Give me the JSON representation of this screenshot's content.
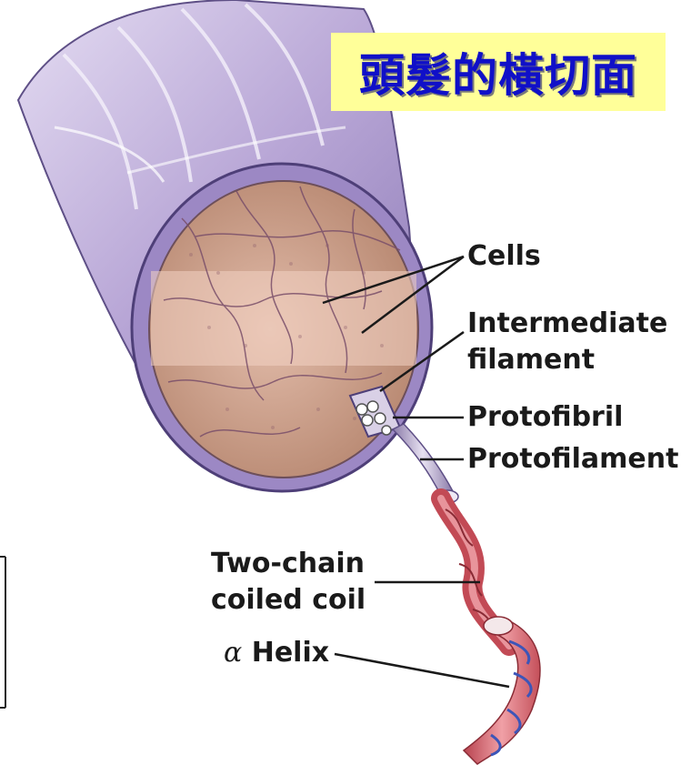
{
  "title": "頭髮的橫切面",
  "labels": {
    "cells": "Cells",
    "intermediate_1": "Intermediate",
    "intermediate_2": "filament",
    "protofibril": "Protofibril",
    "protofilament": "Protofilament",
    "two_chain_1": "Two-chain",
    "two_chain_2": "coiled coil",
    "alpha_symbol": "α",
    "helix": "Helix"
  },
  "colors": {
    "title_bg": "#ffff99",
    "title_text": "#1010c8",
    "sheath": "#b9a8d8",
    "cortex": "#c99a86",
    "helix": "#d9606a",
    "helix_stripe": "#3c55b8"
  }
}
